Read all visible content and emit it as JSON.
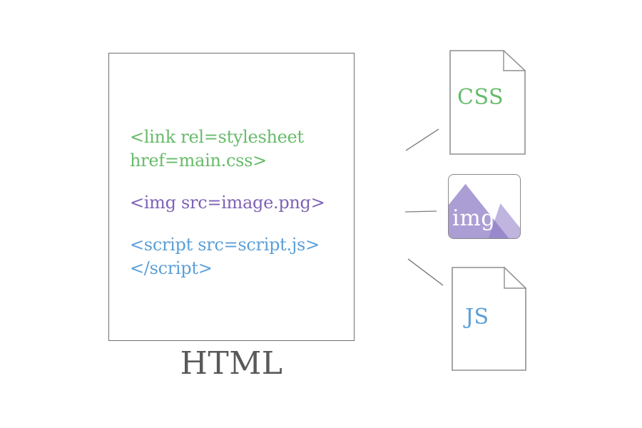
{
  "diagram": {
    "html_box": {
      "label": "HTML",
      "code_blocks": [
        {
          "tag": "link-stylesheet",
          "color": "#67bb6a",
          "lines": [
            "<link rel=stylesheet",
            "href=main.css>"
          ]
        },
        {
          "tag": "img",
          "color": "#7e63b5",
          "lines": [
            "<img src=image.png>"
          ]
        },
        {
          "tag": "script",
          "color": "#5b9fd8",
          "lines": [
            "<script src=script.js>",
            "</script>"
          ]
        }
      ]
    },
    "files": [
      {
        "kind": "stylesheet-document",
        "label": "CSS",
        "label_color": "#67bb6a"
      },
      {
        "kind": "image-thumbnail",
        "label": "img",
        "label_color": "#ffffff"
      },
      {
        "kind": "javascript-document",
        "label": "JS",
        "label_color": "#5b9fd8"
      }
    ],
    "colors": {
      "box_border_gray": "#6f6f6f",
      "icon_border_gray": "#8f8f8f",
      "connector_gray": "#6f6f6f",
      "html_label_gray": "#595959",
      "mountain_purple": "#8b78c4"
    }
  }
}
